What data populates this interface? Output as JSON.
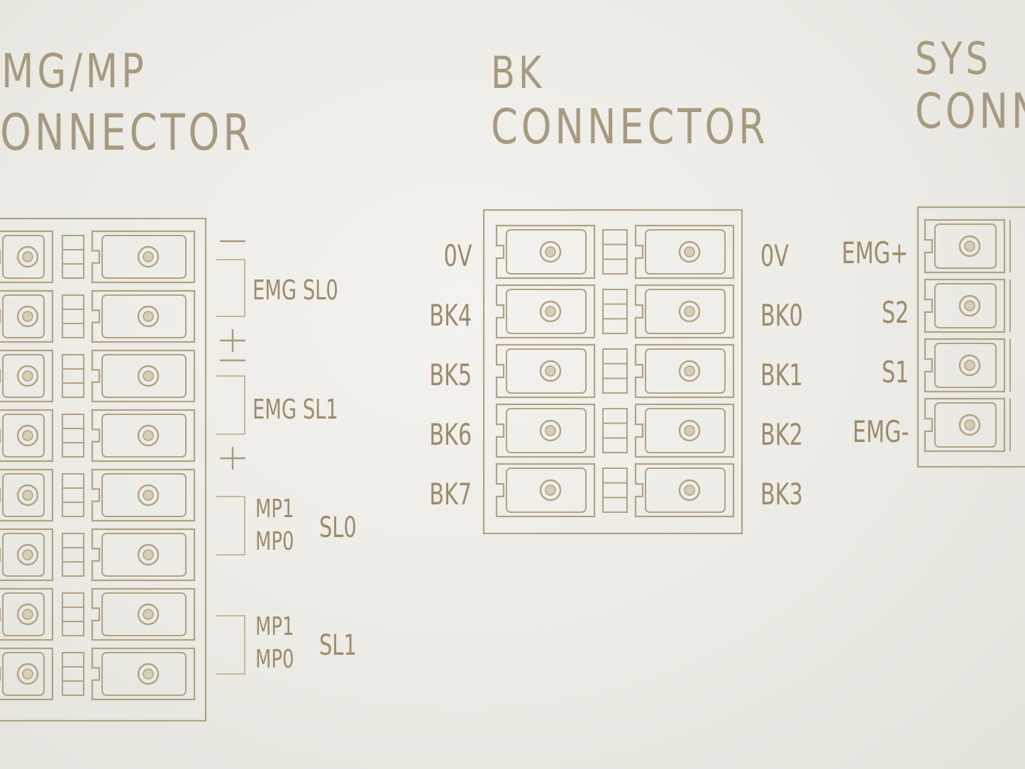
{
  "emg_mp": {
    "title_line1": "MG/MP",
    "title_line2": "ONNECTOR",
    "groups": [
      {
        "top": "—",
        "bottom": "+",
        "label": "EMG SL0"
      },
      {
        "top": "—",
        "bottom": "+",
        "label": "EMG SL1"
      },
      {
        "line1": "MP1",
        "line2": "MP0",
        "label": "SL0"
      },
      {
        "line1": "MP1",
        "line2": "MP0",
        "label": "SL1"
      }
    ]
  },
  "bk": {
    "title_line1": "BK",
    "title_line2": "CONNECTOR",
    "left_labels": [
      "0V",
      "BK4",
      "BK5",
      "BK6",
      "BK7"
    ],
    "right_labels": [
      "0V",
      "BK0",
      "BK1",
      "BK2",
      "BK3"
    ]
  },
  "sys": {
    "title_line1": "SYS",
    "title_line2": "CONN",
    "labels": [
      "EMG+",
      "S2",
      "S1",
      "EMG-"
    ]
  },
  "colors": {
    "background": "#eeede8",
    "print": "#a89a7c"
  }
}
